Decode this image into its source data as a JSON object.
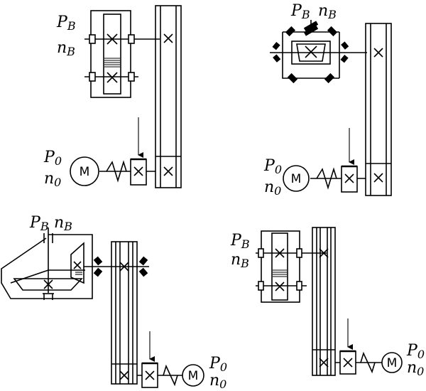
{
  "schemes": [
    {
      "id": "scheme-1",
      "label_p_out": "P",
      "label_p_out_sub": "B",
      "label_n_out": "n",
      "label_n_out_sub": "B",
      "label_p_in": "P",
      "label_p_in_sub": "0",
      "label_n_in": "n",
      "label_n_in_sub": "0",
      "motor": "M"
    },
    {
      "id": "scheme-2",
      "label_p_out": "P",
      "label_p_out_sub": "B",
      "label_n_out": "n",
      "label_n_out_sub": "B",
      "label_p_in": "P",
      "label_p_in_sub": "0",
      "label_n_in": "n",
      "label_n_in_sub": "0",
      "motor": "M"
    },
    {
      "id": "scheme-3",
      "label_p_out": "P",
      "label_p_out_sub": "B",
      "label_n_out": "n",
      "label_n_out_sub": "B",
      "label_p_in": "P",
      "label_p_in_sub": "0",
      "label_n_in": "n",
      "label_n_in_sub": "0",
      "motor": "M"
    },
    {
      "id": "scheme-4",
      "label_p_out": "P",
      "label_p_out_sub": "B",
      "label_n_out": "n",
      "label_n_out_sub": "B",
      "label_p_in": "P",
      "label_p_in_sub": "0",
      "label_n_in": "n",
      "label_n_in_sub": "0",
      "motor": "M"
    }
  ]
}
